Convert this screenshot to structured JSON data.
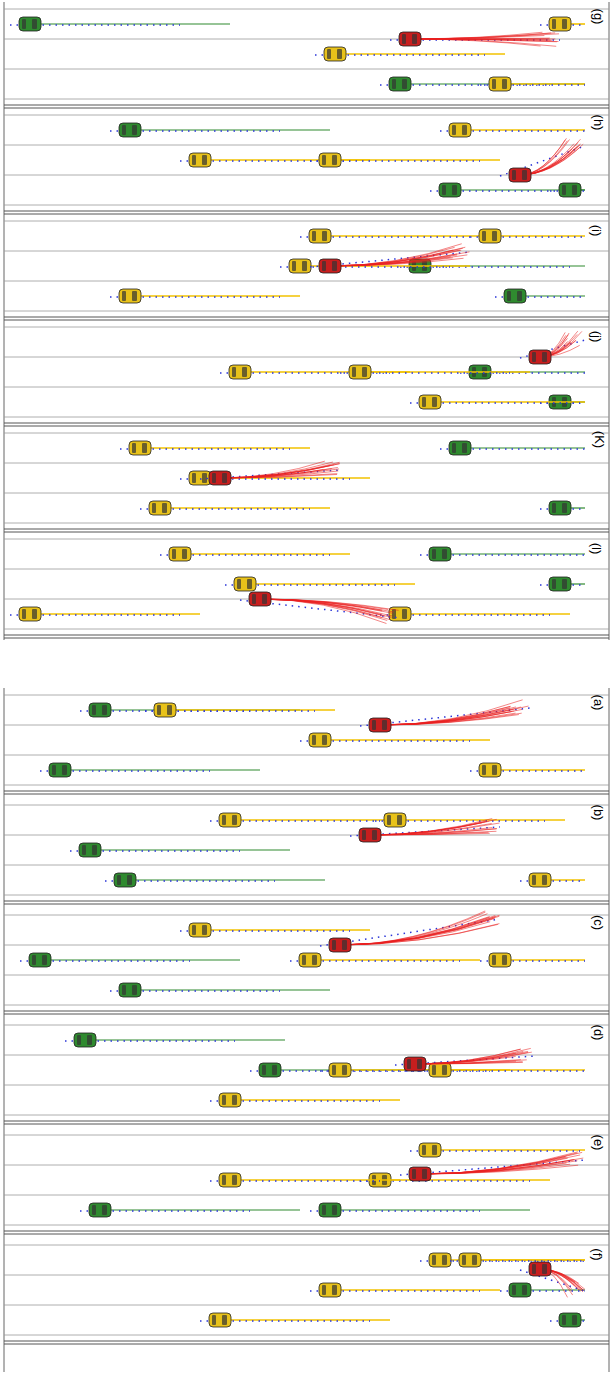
{
  "diagram": {
    "labels": [
      "(g)",
      "(h)",
      "(i)",
      "(j)",
      "(K)",
      "(l)",
      "(a)",
      "(b)",
      "(c)",
      "(d)",
      "(e)",
      "(f)"
    ]
  }
}
